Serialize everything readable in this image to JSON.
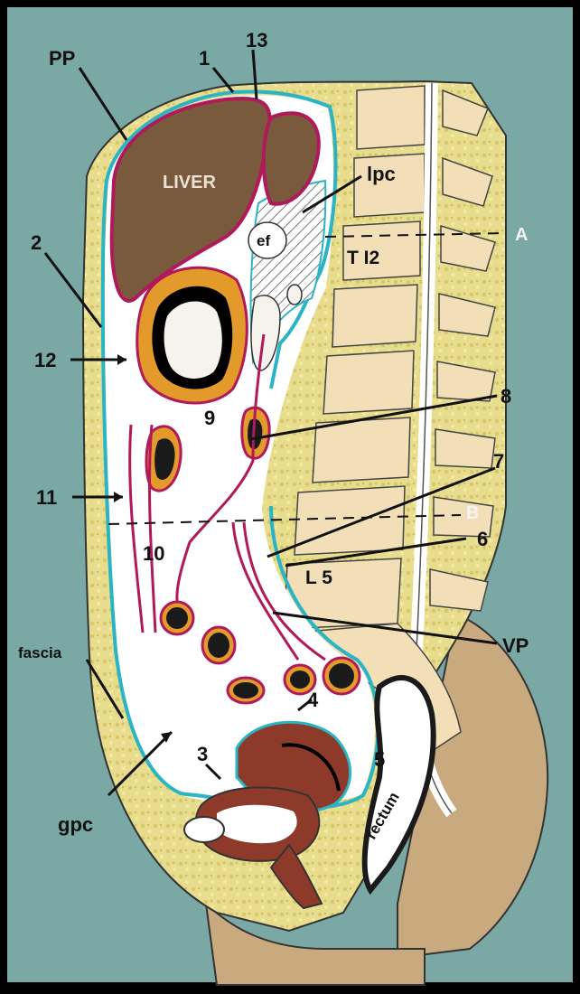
{
  "labels": {
    "pp": "PP",
    "n1": "1",
    "n13": "13",
    "lpc": "lpc",
    "liver": "LIVER",
    "ef": "ef",
    "a": "A",
    "t12": "T I2",
    "n2": "2",
    "n12": "12",
    "n8": "8",
    "n9": "9",
    "n7": "7",
    "n11": "11",
    "b": "B",
    "n6": "6",
    "n10": "10",
    "l5": "L 5",
    "vp": "VP",
    "fascia": "fascia",
    "n4": "4",
    "n3": "3",
    "n5": "5",
    "gpc": "gpc",
    "rectum": "rectum"
  },
  "colors": {
    "background": "#000000",
    "panel": "#7aa9a5",
    "fat": "#e8dc8e",
    "liver": "#7a5a3c",
    "peritoneum_parietal": "#2ab4c4",
    "peritoneum_visceral": "#b0195a",
    "bone": "#f3dfb7",
    "uterus": "#8e3a2a",
    "skin": "#c9a97e"
  }
}
